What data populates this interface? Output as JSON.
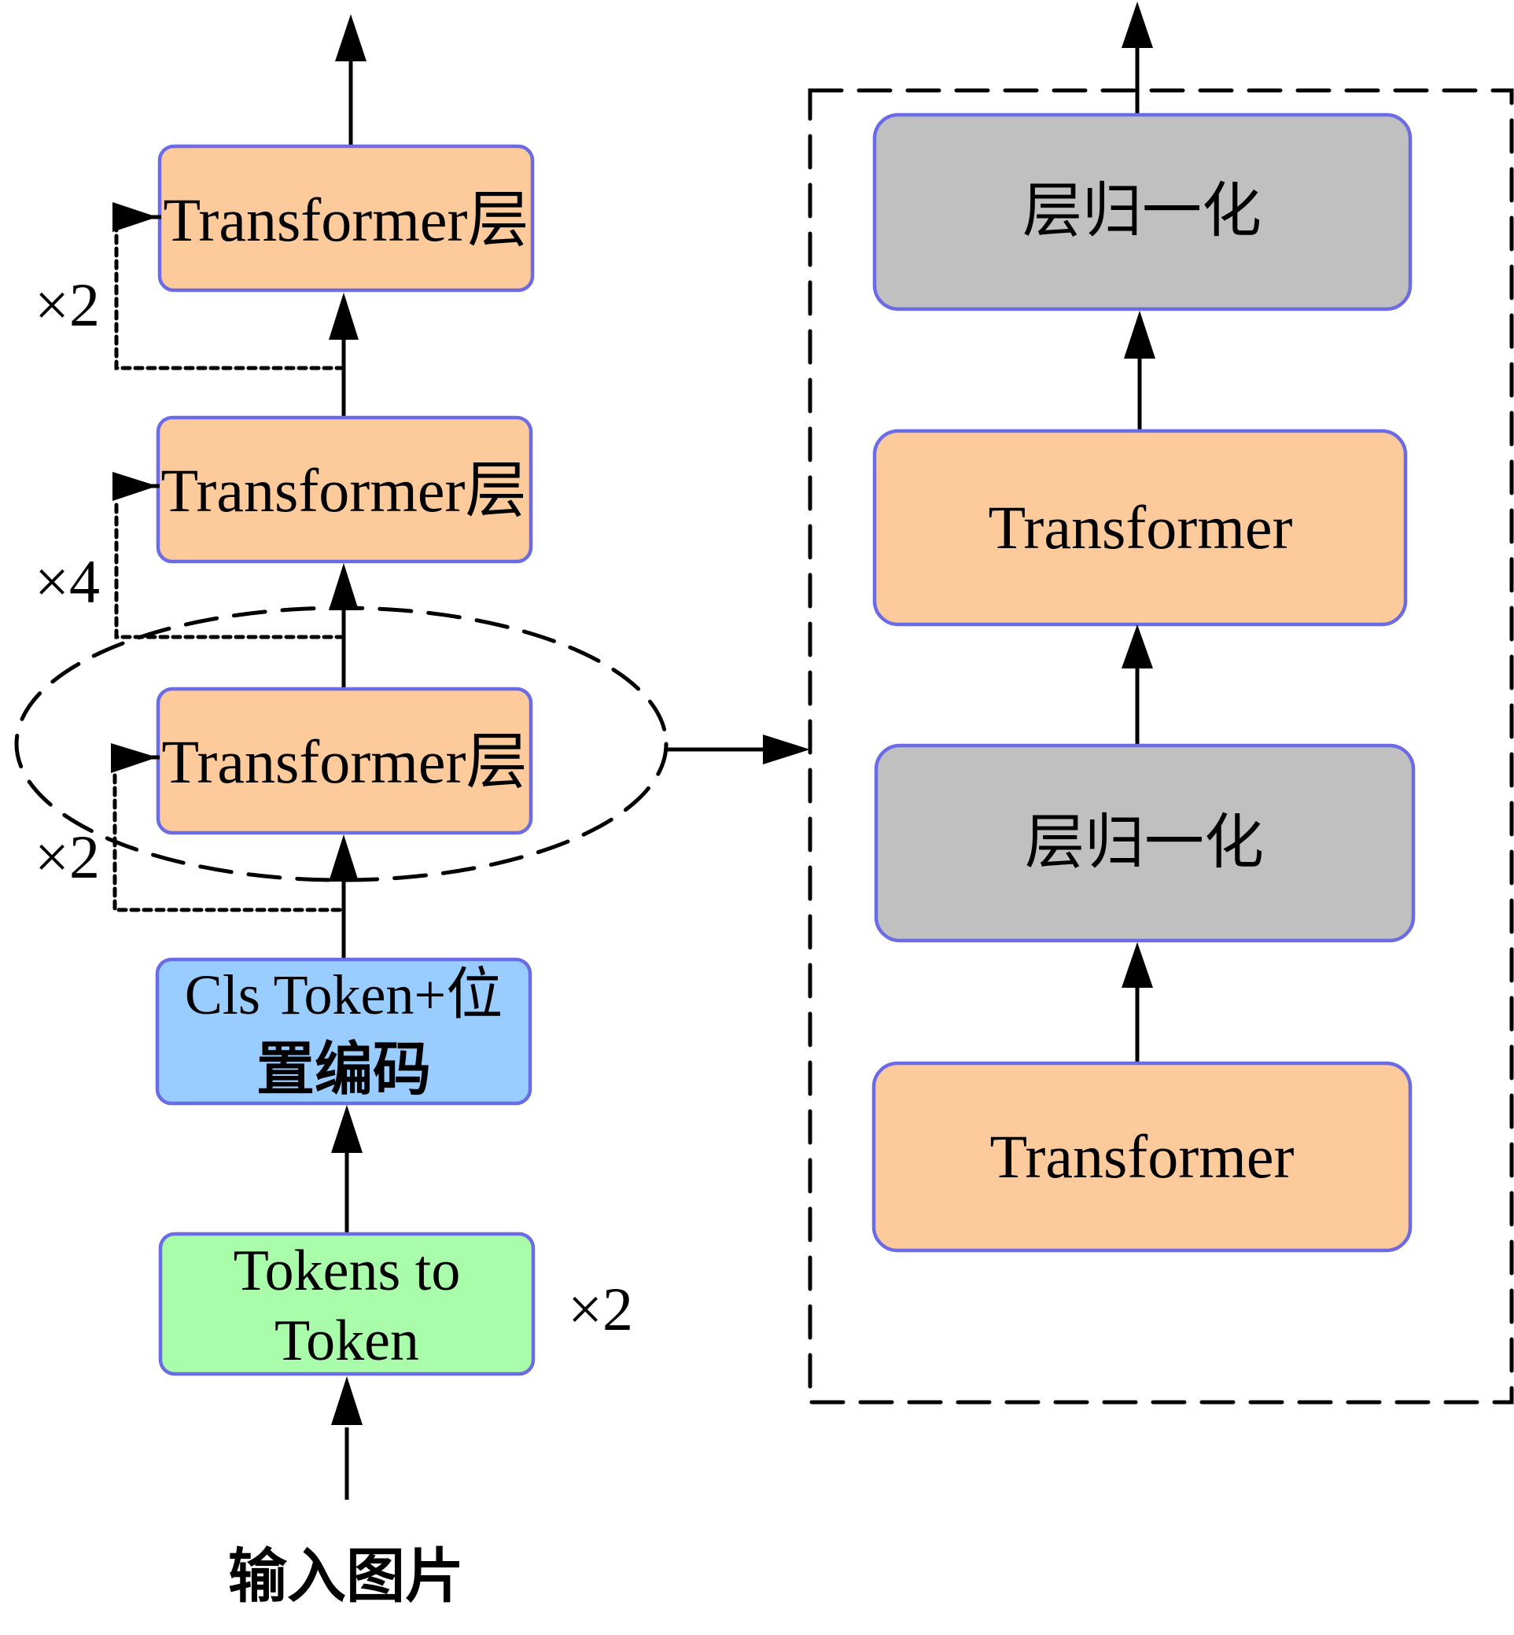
{
  "colors": {
    "transformer_fill": "#fdca9c",
    "norm_fill": "#c0c0c0",
    "cls_fill": "#99ccff",
    "tokens_fill": "#a9fca9",
    "box_border": "#6b6be6",
    "line": "#000000"
  },
  "left_stack": {
    "transformer_layer_top": "Transformer层",
    "transformer_layer_mid": "Transformer层",
    "transformer_layer_bottom": "Transformer层",
    "repeat_top": "×2",
    "repeat_mid": "×4",
    "repeat_bottom": "×2",
    "cls_line1": "Cls Token+位",
    "cls_line2": "置编码",
    "tokens_line1": "Tokens to",
    "tokens_line2": "Token",
    "tokens_repeat": "×2",
    "input_label": "输入图片"
  },
  "right_detail": {
    "norm_top": "层归一化",
    "transformer_top": "Transformer",
    "norm_bottom": "层归一化",
    "transformer_bottom": "Transformer"
  }
}
